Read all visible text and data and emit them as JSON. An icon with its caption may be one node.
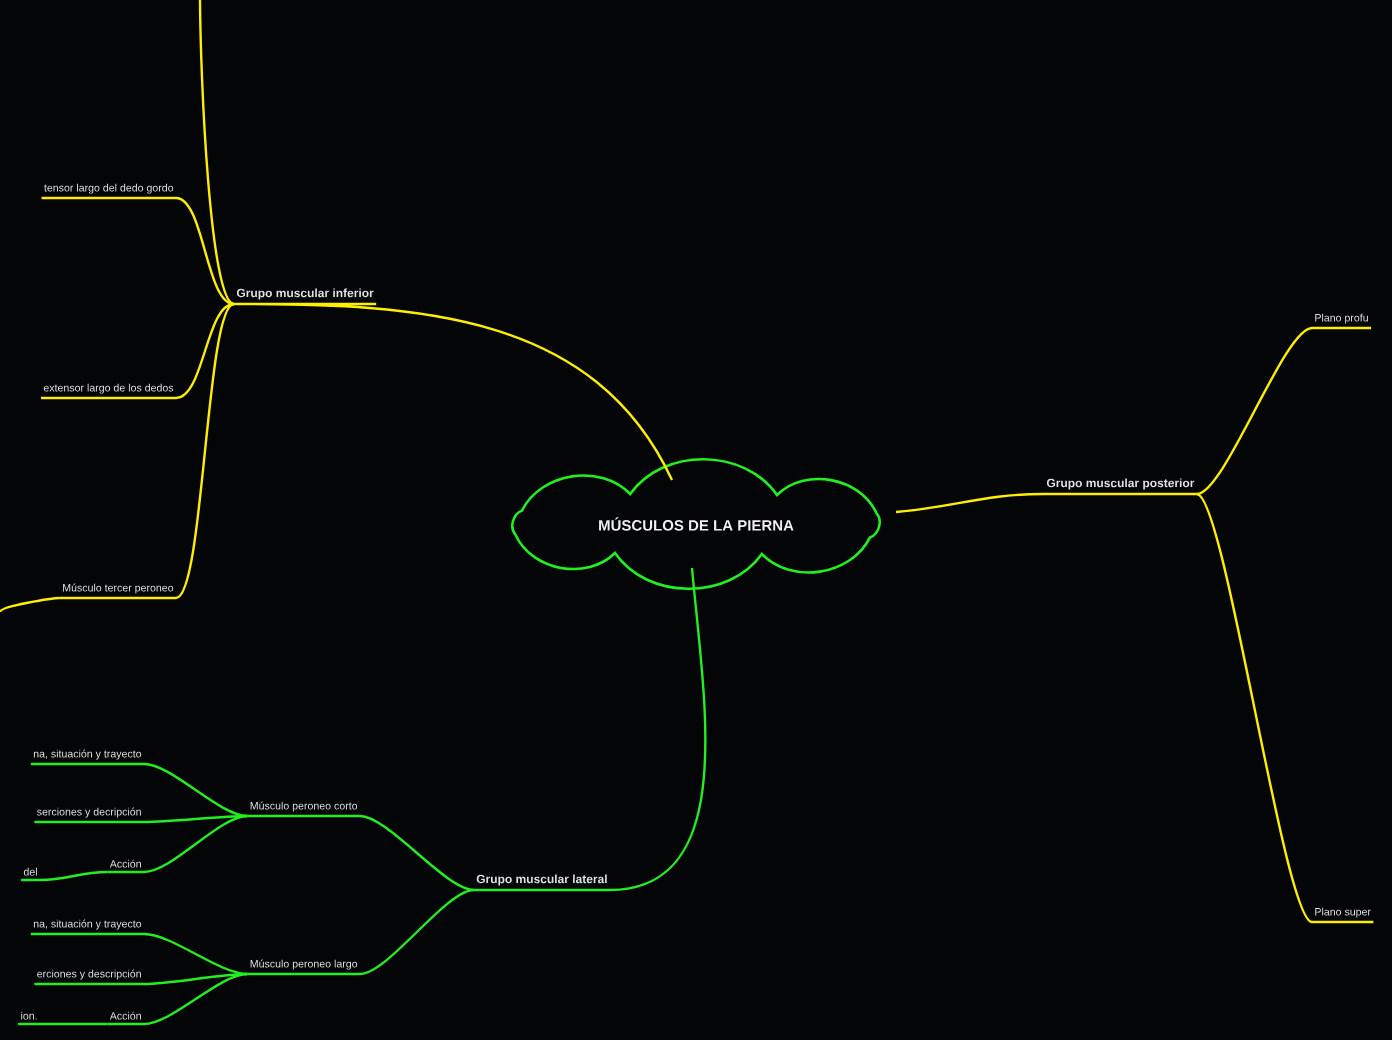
{
  "diagram": {
    "nodes": [
      {
        "text": [
          "MÚSCULOS DE LA PIERNA"
        ]
      },
      {
        "text": [
          "Grupo muscular inferior"
        ]
      },
      {
        "text": [
          "tensor largo del dedo gordo"
        ]
      },
      {
        "text": [
          "extensor largo de los dedos"
        ]
      },
      {
        "text": [
          "Músculo tercer peroneo"
        ]
      },
      {
        "text": [
          "Grupo muscular posterior"
        ]
      },
      {
        "text": [
          "Plano profu"
        ]
      },
      {
        "text": [
          "Plano super"
        ]
      },
      {
        "text": [
          "Grupo muscular lateral"
        ]
      },
      {
        "text": [
          "Músculo peroneo corto"
        ]
      },
      {
        "text": [
          "na, situación y trayecto"
        ]
      },
      {
        "text": [
          "serciones y decripción"
        ]
      },
      {
        "text": [
          "Acción"
        ]
      },
      {
        "text": [
          "del"
        ]
      },
      {
        "text": [
          "Músculo peroneo largo"
        ]
      },
      {
        "text": [
          "na, situación y trayecto"
        ]
      },
      {
        "text": [
          "erciones y descripción"
        ]
      },
      {
        "text": [
          "Acción"
        ]
      },
      {
        "text": [
          "ion."
        ]
      }
    ],
    "edges": [
      {
        "from": 0,
        "to": 1,
        "arrow": "none",
        "color": "#ffee00"
      },
      {
        "from": 1,
        "to": null,
        "arrow": "none",
        "color": "#ffee00"
      },
      {
        "from": 1,
        "to": 2,
        "arrow": "none",
        "color": "#ffee00"
      },
      {
        "from": 1,
        "to": 3,
        "arrow": "none",
        "color": "#ffee00"
      },
      {
        "from": 1,
        "to": 4,
        "arrow": "none",
        "color": "#ffee00"
      },
      {
        "from": 4,
        "to": null,
        "arrow": "none",
        "color": "#ffee00"
      },
      {
        "from": 0,
        "to": 5,
        "arrow": "none",
        "color": "#ffee00"
      },
      {
        "from": 5,
        "to": 6,
        "arrow": "none",
        "color": "#ffee00"
      },
      {
        "from": 5,
        "to": 7,
        "arrow": "none",
        "color": "#ffee00"
      },
      {
        "from": 0,
        "to": 8,
        "arrow": "none"
      },
      {
        "from": 8,
        "to": 9,
        "arrow": "none"
      },
      {
        "from": 8,
        "to": 14,
        "arrow": "none"
      },
      {
        "from": 9,
        "to": 10,
        "arrow": "none"
      },
      {
        "from": 9,
        "to": 11,
        "arrow": "none"
      },
      {
        "from": 9,
        "to": 12,
        "arrow": "none"
      },
      {
        "from": 12,
        "to": 13,
        "arrow": "none"
      },
      {
        "from": 14,
        "to": 15,
        "arrow": "none"
      },
      {
        "from": 14,
        "to": 16,
        "arrow": "none"
      },
      {
        "from": 14,
        "to": 17,
        "arrow": "none"
      },
      {
        "from": 17,
        "to": 18,
        "arrow": "none"
      }
    ]
  }
}
